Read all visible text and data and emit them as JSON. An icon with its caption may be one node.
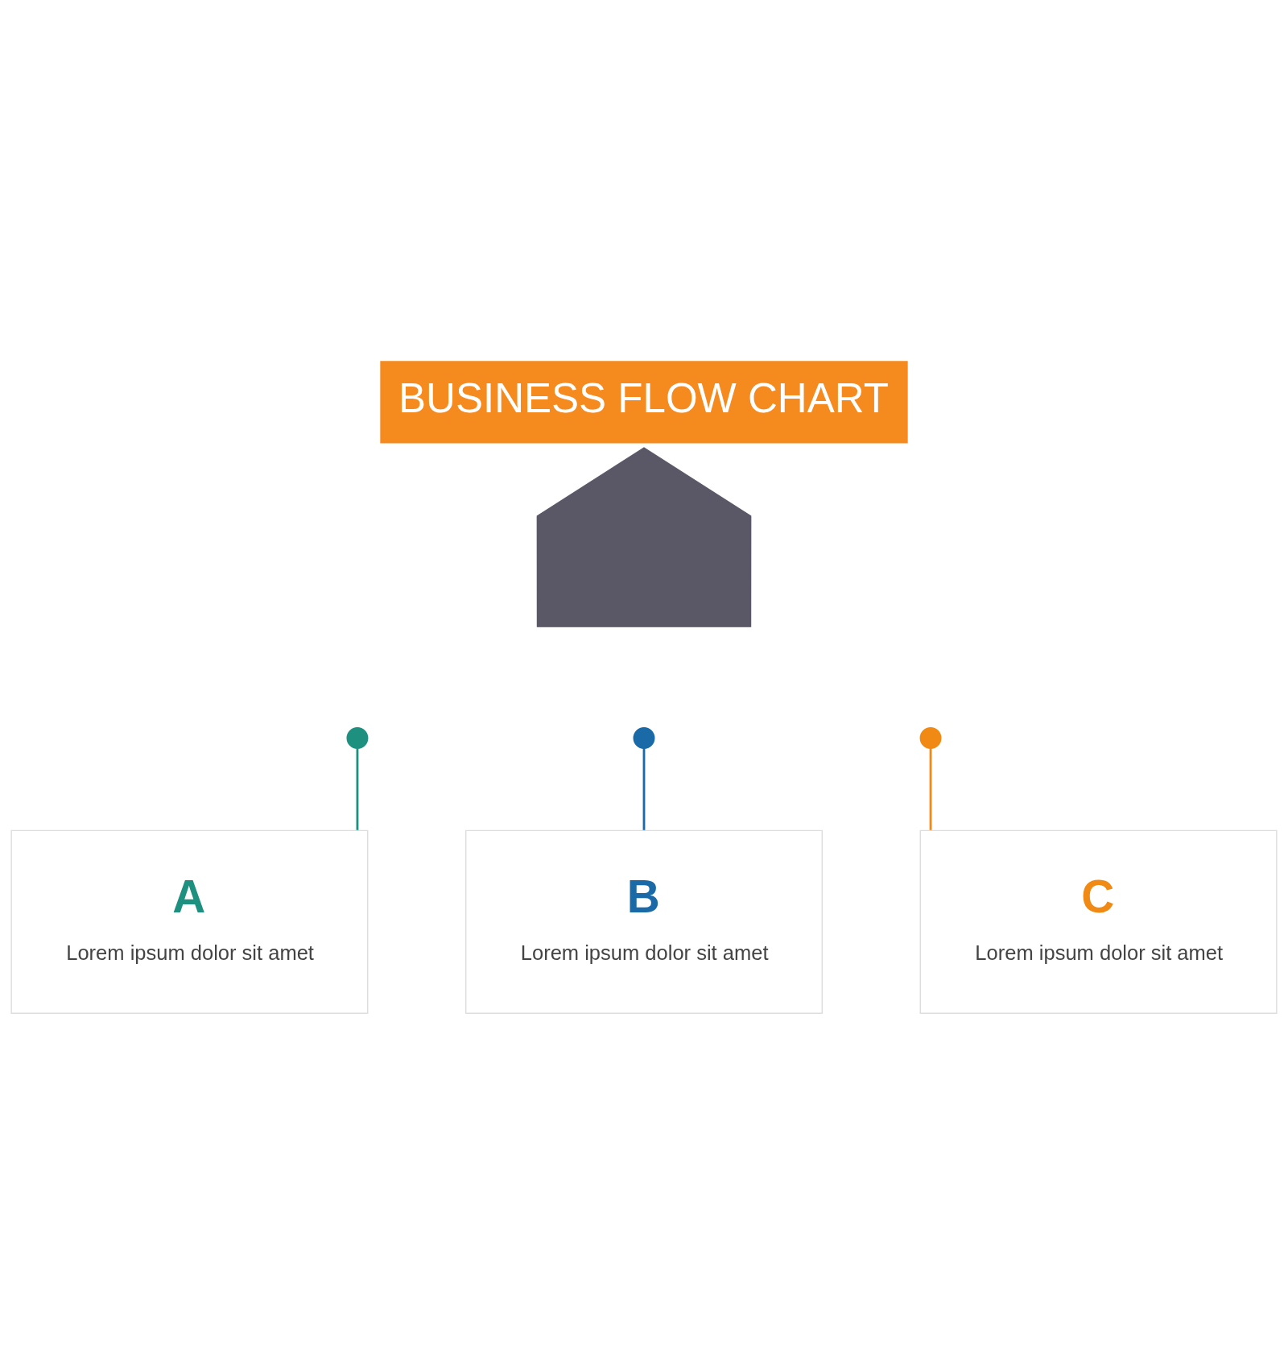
{
  "diagram": {
    "title": "BUSINESS FLOW CHART",
    "nodes": [
      {
        "text": [],
        "shape": "picture"
      },
      {
        "text": [],
        "shape": "circle"
      },
      {
        "text": [],
        "shape": "circle"
      },
      {
        "text": [],
        "shape": "circle"
      },
      {
        "text": [
          "A",
          "Lorem ipsum dolor sit amet"
        ]
      },
      {
        "text": [
          "B",
          "Lorem ipsum dolor sit amet"
        ]
      },
      {
        "text": [
          "C",
          "Lorem ipsum dolor sit amet"
        ]
      }
    ],
    "edges": [
      {
        "from": 1,
        "to": 4,
        "arrow": "none",
        "color": "#1e9080"
      },
      {
        "from": 2,
        "to": 5,
        "arrow": "none",
        "color": "#1a6aa8"
      },
      {
        "from": 3,
        "to": 6,
        "arrow": "none",
        "color": "#f08a14"
      }
    ]
  }
}
